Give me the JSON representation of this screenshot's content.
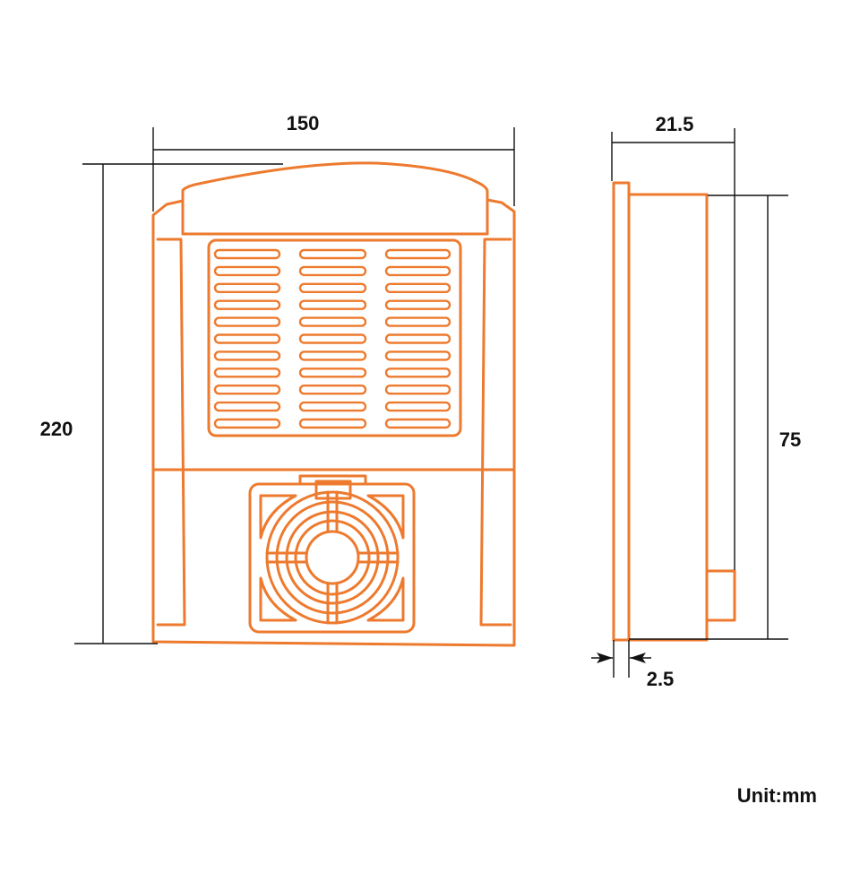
{
  "dimensions": {
    "front_width": "150",
    "front_height": "220",
    "side_depth": "21.5",
    "side_height": "75",
    "panel_thickness": "2.5"
  },
  "unit_label": "Unit:mm",
  "colors": {
    "outline": "#ED7A2E",
    "dimension": "#111111",
    "background": "#FFFFFF"
  }
}
